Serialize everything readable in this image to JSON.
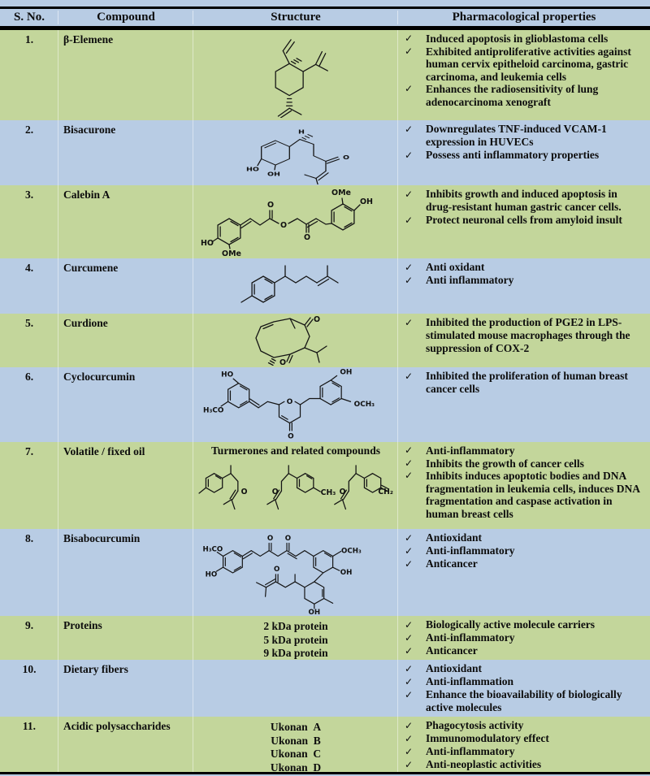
{
  "table": {
    "headers": [
      "S. No.",
      "Compound",
      "Structure",
      "Pharmacological properties"
    ],
    "check_glyph": "✓",
    "colors": {
      "header_bg": "#b8cce4",
      "row_green": "#c3d69b",
      "row_blue": "#b8cce4",
      "border": "#000000",
      "text": "#0d0d0d"
    },
    "rows": [
      {
        "num": "1.",
        "compound": "β-Elemene",
        "atoms": [],
        "properties": [
          "Induced apoptosis in glioblastoma cells",
          "Exhibited antiproliferative activities against human cervix epitheloid carcinoma, gastric carcinoma, and leukemia cells",
          "Enhances the radiosensitivity of lung adenocarcinoma xenograft"
        ]
      },
      {
        "num": "2.",
        "compound": "Bisacurone",
        "atoms": [
          "H",
          "O",
          "HO",
          "OH"
        ],
        "properties": [
          "Downregulates TNF-induced VCAM-1 expression in HUVECs",
          "Possess anti inflammatory properties"
        ]
      },
      {
        "num": "3.",
        "compound": "Calebin A",
        "atoms": [
          "O",
          "O",
          "O",
          "OMe",
          "OH",
          "HO",
          "OMe"
        ],
        "properties": [
          "Inhibits growth and induced apoptosis in drug-resistant human gastric cancer cells.",
          "Protect neuronal cells from amyloid insult"
        ]
      },
      {
        "num": "4.",
        "compound": "Curcumene",
        "atoms": [],
        "properties": [
          "Anti oxidant",
          "Anti inflammatory"
        ]
      },
      {
        "num": "5.",
        "compound": "Curdione",
        "atoms": [
          "O",
          "O"
        ],
        "properties": [
          "Inhibited the production of PGE2 in LPS-stimulated mouse macrophages through the suppression of COX-2"
        ]
      },
      {
        "num": "6.",
        "compound": "Cyclocurcumin",
        "atoms": [
          "HO",
          "H₃CO",
          "O",
          "O",
          "OH",
          "OCH₃"
        ],
        "properties": [
          "Inhibited the proliferation of human breast cancer cells"
        ]
      },
      {
        "num": "7.",
        "compound": "Volatile / fixed oil",
        "caption": "Turmerones and related compounds",
        "atoms": [
          "O",
          "O",
          "CH₃",
          "O",
          "CH₂"
        ],
        "properties": [
          "Anti-inflammatory",
          "Inhibits the growth of cancer cells",
          "Inhibits  induces apoptotic bodies and DNA fragmentation in leukemia cells, induces DNA fragmentation and caspase activation in human breast cells"
        ]
      },
      {
        "num": "8.",
        "compound": "Bisabocurcumin",
        "atoms": [
          "H₃CO",
          "HO",
          "O",
          "O",
          "OCH₃",
          "OH",
          "O",
          "OH"
        ],
        "properties": [
          "Antioxidant",
          "Anti-inflammatory",
          "Anticancer"
        ]
      },
      {
        "num": "9.",
        "compound": "Proteins",
        "lines": [
          "2 kDa protein",
          "5 kDa protein",
          "9 kDa protein"
        ],
        "properties": [
          "Biologically active molecule carriers",
          "Anti-inflammatory",
          "Anticancer"
        ]
      },
      {
        "num": "10.",
        "compound": "Dietary fibers",
        "properties": [
          "Antioxidant",
          "Anti-inflammation",
          "Enhance the bioavailability of biologically active molecules"
        ]
      },
      {
        "num": "11.",
        "compound": "Acidic polysaccharides",
        "lines": [
          "Ukonan  A",
          "Ukonan  B",
          "Ukonan  C",
          "Ukonan  D"
        ],
        "properties": [
          "Phagocytosis activity",
          "Immunomodulatory effect",
          "Anti-inflammatory",
          "Anti-neoplastic activities"
        ]
      }
    ]
  }
}
